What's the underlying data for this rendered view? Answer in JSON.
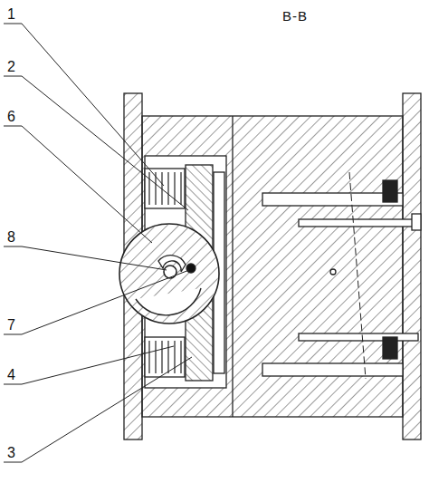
{
  "diagram": {
    "title": "B-B",
    "labels": [
      "1",
      "2",
      "6",
      "8",
      "7",
      "4",
      "3"
    ]
  }
}
